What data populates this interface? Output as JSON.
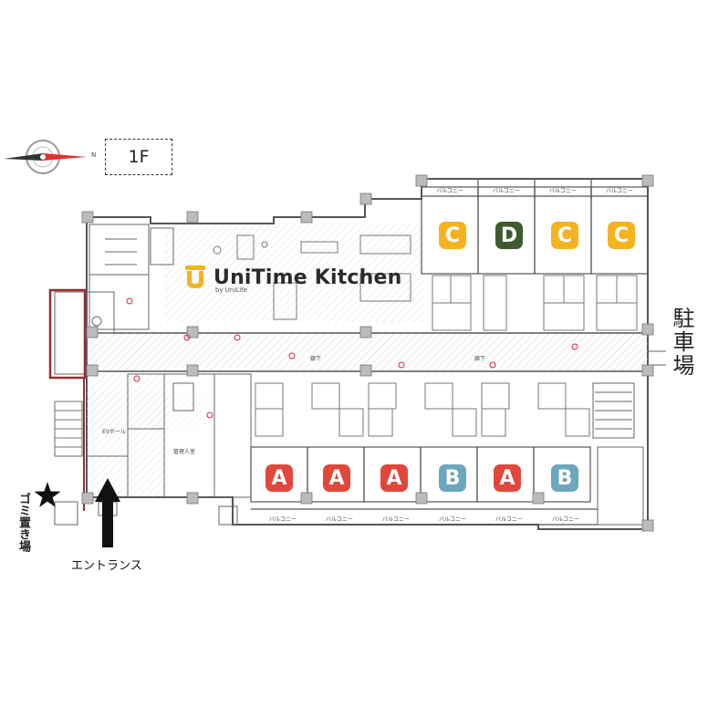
{
  "floor_label": "1F",
  "compass": {
    "icon": "compass-icon",
    "north_letter": "N"
  },
  "brand": {
    "name": "UniTime Kitchen",
    "sub": "by UniLife",
    "icon": "pot-icon",
    "colors": {
      "logo": "#f4b31f",
      "text": "#2b2b2b"
    }
  },
  "units_top": [
    "C",
    "D",
    "C",
    "C"
  ],
  "units_bottom": [
    "A",
    "A",
    "A",
    "B",
    "A",
    "B"
  ],
  "unit_colors": {
    "A": "#e2473b",
    "B": "#6ba7bf",
    "C": "#f4b31f",
    "D": "#3e5a2f"
  },
  "parking_label": "駐車場",
  "trash_label": "ゴミ置き場",
  "entrance_label": "エントランス",
  "plan_texts": {
    "balcony": "バルコニー",
    "corridor": "廊下",
    "hall": "EVホール",
    "storage": "管理人室"
  }
}
